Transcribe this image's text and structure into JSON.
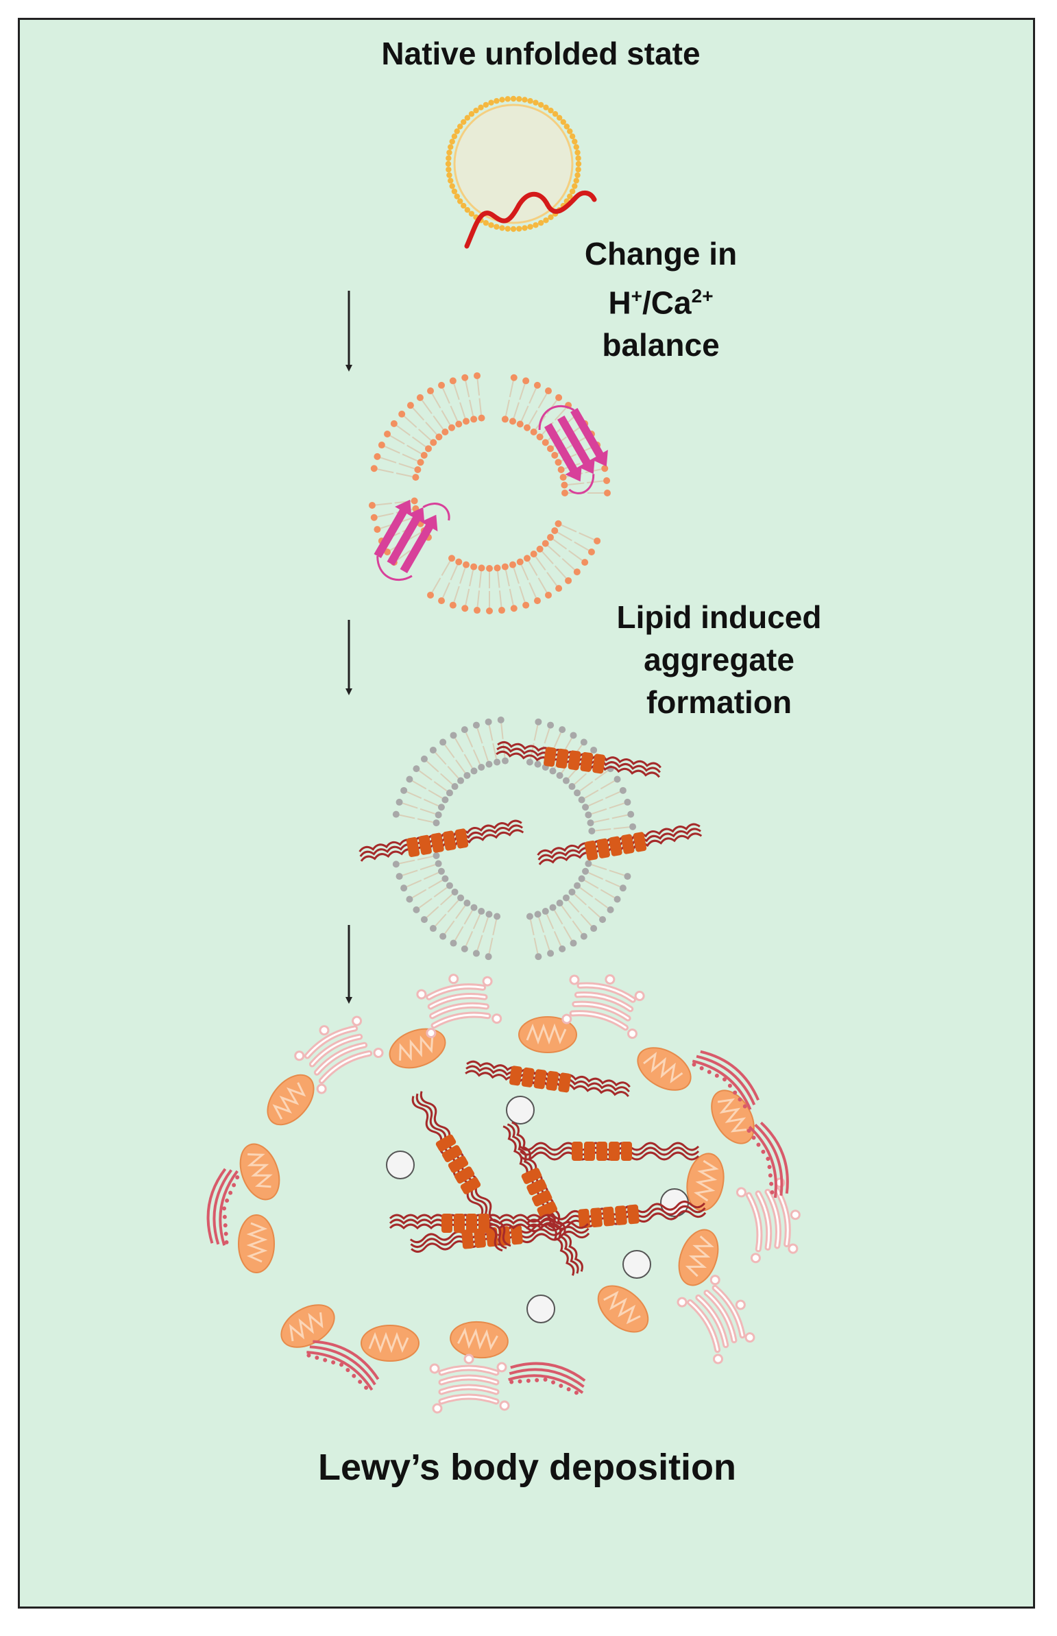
{
  "stages": {
    "native": "Native unfolded state",
    "change_line1": "Change in",
    "change_h": "H",
    "change_h_sup": "+",
    "change_ca": "/Ca",
    "change_ca_sup": "2+",
    "change_line3": "balance",
    "lipid_line1": "Lipid induced",
    "lipid_line2": "aggregate",
    "lipid_line3": "formation",
    "lewy": "Lewy’s body deposition"
  },
  "colors": {
    "background": "#d8f0e0",
    "border": "#222222",
    "vesicle_yellow": "#f5b840",
    "membrane_orange": "#f29060",
    "membrane_gray": "#a8a8a8",
    "protein_red": "#d41a1a",
    "beta_sheet_magenta": "#d8409a",
    "fibril_core": "#d85a1a",
    "fibril_strand": "#a52a2a",
    "mitochondria": "#f7a56a",
    "golgi_pink": "#f0b8b8",
    "er_red": "#d85a6a"
  },
  "icons": [
    "vesicle-icon",
    "arrow-down-icon",
    "mitochondrion-icon",
    "golgi-icon",
    "endoplasmic-reticulum-icon",
    "fibril-icon"
  ]
}
